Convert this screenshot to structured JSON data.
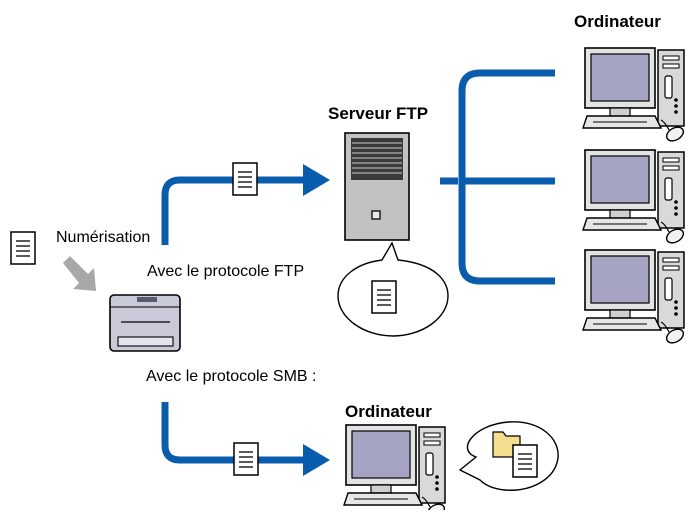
{
  "labels": {
    "numerisation": "Numérisation",
    "avec_ftp": "Avec le protocole FTP",
    "avec_smb": "Avec le protocole SMB :",
    "serveur_ftp": "Serveur FTP",
    "ordinateur_top": "Ordinateur",
    "ordinateur_bottom": "Ordinateur"
  },
  "colors": {
    "arrow": "#0a5cad",
    "scan_arrow": "#a8a8a8",
    "screen": "#a5a5c3",
    "monitor_frame": "#e3e3e3",
    "server_body": "#c2c2c2",
    "printer_body": "#c9c9d8",
    "folder": "#f3dd8e"
  },
  "icons": [
    "document-icon",
    "scan-arrow-icon",
    "printer-icon",
    "ftp-server-icon",
    "computer-icon",
    "folder-icon"
  ]
}
